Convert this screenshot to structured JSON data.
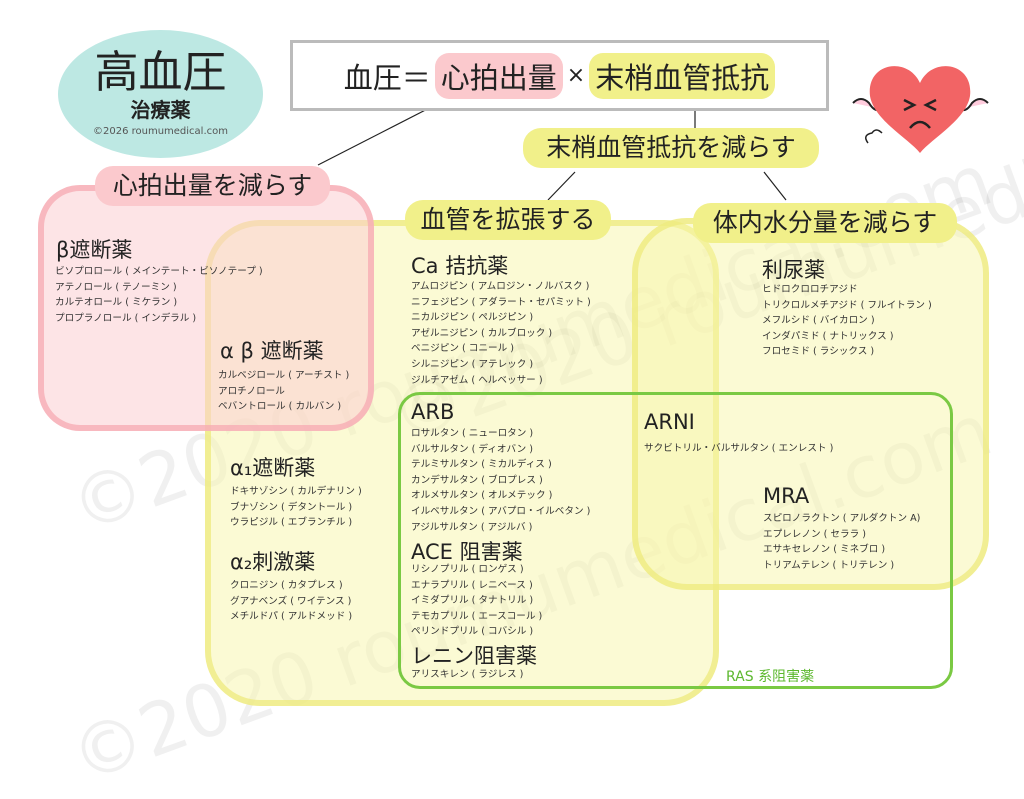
{
  "logo": {
    "title": "高血圧",
    "subtitle": "治療薬",
    "copyright": "©2026 roumumedical.com"
  },
  "watermark": "©2020 roumumedical.com",
  "formula": {
    "lhs": "血圧＝",
    "cardiac_output": "心拍出量",
    "times": "×",
    "resistance": "末梢血管抵抗"
  },
  "labels": {
    "reduce_cardiac_output": "心拍出量を減らす",
    "reduce_resistance": "末梢血管抵抗を減らす",
    "vasodilate": "血管を拡張する",
    "reduce_fluid": "体内水分量を減らす",
    "ras": "RAS 系阻害薬"
  },
  "groups": {
    "beta": {
      "title": "β遮断薬",
      "drugs": [
        "ビソプロロール ( メインテート・ビソノテープ )",
        "アテノロール ( テノーミン )",
        "カルテオロール ( ミケラン )",
        "プロプラノロール ( インデラル )"
      ]
    },
    "alphabeta": {
      "title": "α β 遮断薬",
      "drugs": [
        "カルベジロール ( アーチスト )",
        "アロチノロール",
        "ベバントロール ( カルバン )"
      ]
    },
    "alpha1": {
      "title": "α₁遮断薬",
      "drugs": [
        "ドキサゾシン ( カルデナリン )",
        "ブナゾシン ( デタントール )",
        "ウラピジル ( エブランチル )"
      ]
    },
    "alpha2": {
      "title": "α₂刺激薬",
      "drugs": [
        "クロニジン ( カタプレス )",
        "グアナベンズ ( ワイテンス )",
        "メチルドパ ( アルドメッド )"
      ]
    },
    "ca": {
      "title": "Ca 拮抗薬",
      "drugs": [
        "アムロジピン ( アムロジン・ノルバスク )",
        "ニフェジピン ( アダラート・セパミット )",
        "ニカルジピン ( ペルジピン )",
        "アゼルニジピン ( カルブロック )",
        "ベニジピン ( コニール )",
        "シルニジピン ( アテレック )",
        "ジルチアゼム ( ヘルベッサー )"
      ]
    },
    "arb": {
      "title": "ARB",
      "drugs": [
        "ロサルタン ( ニューロタン )",
        "バルサルタン ( ディオバン )",
        "テルミサルタン ( ミカルディス )",
        "カンデサルタン ( ブロプレス )",
        "オルメサルタン ( オルメテック )",
        "イルベサルタン ( アバプロ・イルベタン )",
        "アジルサルタン ( アジルバ )"
      ]
    },
    "ace": {
      "title": "ACE 阻害薬",
      "drugs": [
        "リシノプリル ( ロンゲス )",
        "エナラプリル ( レニベース )",
        "イミダプリル ( タナトリル )",
        "テモカプリル ( エースコール )",
        "ペリンドプリル ( コバシル )"
      ]
    },
    "renin": {
      "title": "レニン阻害薬",
      "drugs": [
        "アリスキレン ( ラジレス )"
      ]
    },
    "diuretic": {
      "title": "利尿薬",
      "drugs": [
        "ヒドロクロロチアジド",
        "トリクロルメチアジド ( フルイトラン )",
        "メフルシド ( バイカロン )",
        "インダパミド ( ナトリックス )",
        "フロセミド ( ラシックス )"
      ]
    },
    "arni": {
      "title": "ARNI",
      "drugs": [
        "サクビトリル・バルサルタン ( エンレスト )"
      ]
    },
    "mra": {
      "title": "MRA",
      "drugs": [
        "スピロノラクトン ( アルダクトン A)",
        "エプレレノン ( セララ )",
        "エサキセレノン ( ミネブロ )",
        "トリアムテレン ( トリテレン )"
      ]
    }
  },
  "colors": {
    "pink": "#fbc9cd",
    "yellow": "#f1f08a",
    "green": "#7ac943",
    "teal": "#bde8e3"
  }
}
